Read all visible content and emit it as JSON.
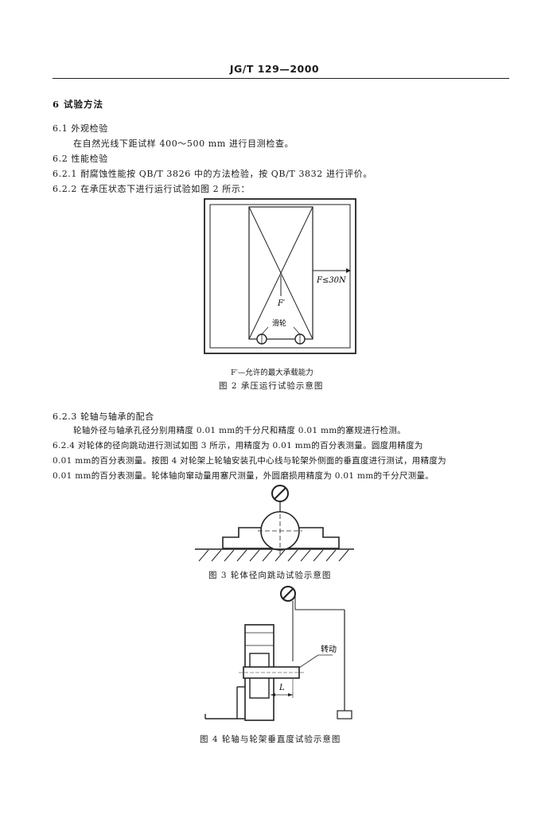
{
  "header": {
    "doc_code": "JG/T 129—2000"
  },
  "section6": {
    "heading": "6  试验方法",
    "s61_title": "6.1  外观检验",
    "s61_body": "在自然光线下距试样 400～500 mm 进行目测检查。",
    "s62_title": "6.2  性能检验",
    "s621": "6.2.1  耐腐蚀性能按 QB/T 3826 中的方法检验，按 QB/T 3832 进行评价。",
    "s622": "6.2.2  在承压状态下进行运行试验如图 2 所示："
  },
  "figure2": {
    "force_label": "F≤30N",
    "center_label": "F′",
    "pulley_label": "滑轮",
    "legend": "F′—允许的最大承载能力",
    "caption": "图 2  承压运行试验示意图"
  },
  "section623": {
    "title": "6.2.3  轮轴与轴承的配合",
    "body": "轮轴外径与轴承孔径分别用精度 0.01 mm的千分尺和精度 0.01 mm的塞规进行检测。"
  },
  "section624": {
    "line1": "6.2.4  对轮体的径向跳动进行测试如图 3 所示，用精度为 0.01 mm的百分表测量。圆度用精度为",
    "line2": "0.01 mm的百分表测量。按图 4 对轮架上轮轴安装孔中心线与轮架外侧面的垂直度进行测试，用精度为",
    "line3": "0.01 mm的百分表测量。轮体轴向窜动量用塞尺测量，外圆磨损用精度为 0.01 mm的千分尺测量。"
  },
  "figure3": {
    "caption": "图 3  轮体径向跳动试验示意图"
  },
  "figure4": {
    "rotate_label": "转动",
    "dim_label": "L",
    "caption": "图 4  轮轴与轮架垂直度试验示意图"
  }
}
